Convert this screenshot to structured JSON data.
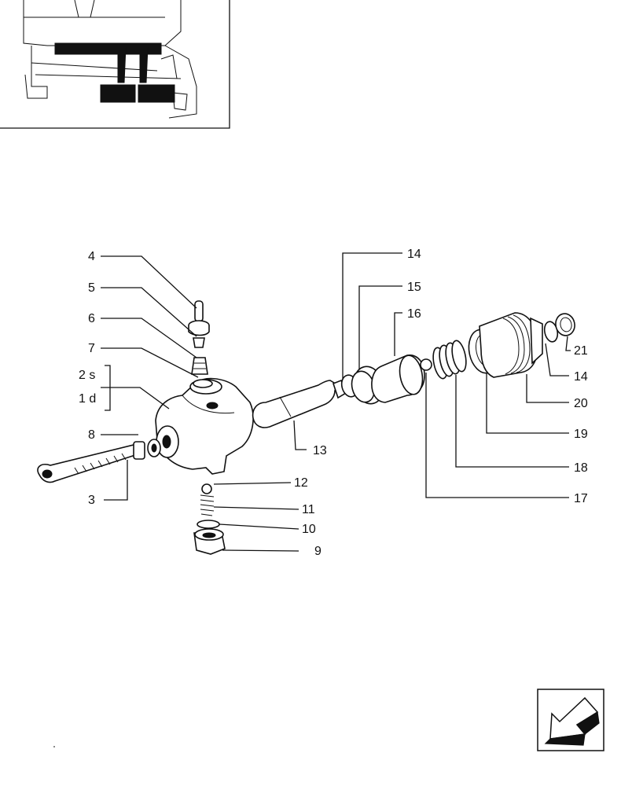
{
  "diagram": {
    "labels": {
      "l2s": "2 s",
      "l1d": "1 d",
      "l3": "3",
      "l4": "4",
      "l5": "5",
      "l6": "6",
      "l7": "7",
      "l8": "8",
      "l9": "9",
      "l10": "10",
      "l11": "11",
      "l12": "12",
      "l13": "13",
      "l14a": "14",
      "l14b": "14",
      "l15": "15",
      "l16": "16",
      "l17": "17",
      "l18": "18",
      "l19": "19",
      "l20": "20",
      "l21": "21"
    }
  },
  "nav": {
    "icon": "arrow-back-left-icon"
  }
}
